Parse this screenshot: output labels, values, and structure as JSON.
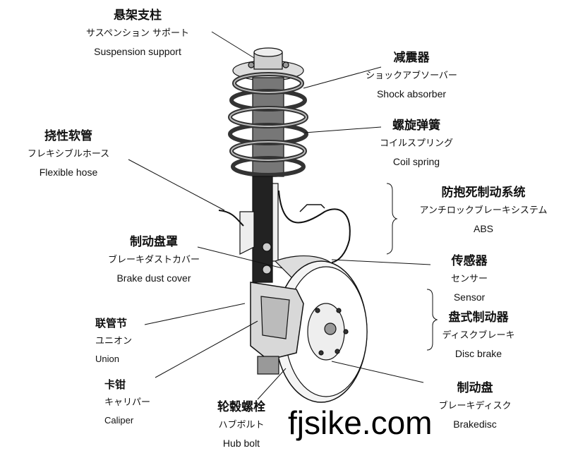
{
  "labels": {
    "suspension_support": {
      "zh": "悬架支柱",
      "ja": "サスペンション サポート",
      "en": "Suspension support"
    },
    "shock_absorber": {
      "zh": "减震器",
      "ja": "ショックアブソーバー",
      "en": "Shock absorber"
    },
    "coil_spring": {
      "zh": "螺旋弹簧",
      "ja": "コイルスプリング",
      "en": "Coil spring"
    },
    "flexible_hose": {
      "zh": "挠性软管",
      "ja": "フレキシブルホース",
      "en": "Flexible hose"
    },
    "abs": {
      "zh": "防抱死制动系统",
      "ja": "アンチロックブレーキシステム",
      "en": "ABS"
    },
    "brake_dust_cover": {
      "zh": "制动盘罩",
      "ja": "ブレーキダストカバー",
      "en": "Brake dust cover"
    },
    "sensor": {
      "zh": "传感器",
      "ja": "センサー",
      "en": "Sensor"
    },
    "disc_brake": {
      "zh": "盘式制动器",
      "ja": "ディスクブレーキ",
      "en": "Disc brake"
    },
    "union": {
      "zh": "联管节",
      "ja": "ユニオン",
      "en": "Union"
    },
    "caliper": {
      "zh": "卡钳",
      "ja": "キャリパー",
      "en": "Caliper"
    },
    "brakedisc": {
      "zh": "制动盘",
      "ja": "ブレーキディスク",
      "en": "Brakedisc"
    },
    "hub_bolt": {
      "zh": "轮毂螺栓",
      "ja": "ハブボルト",
      "en": "Hub bolt"
    }
  },
  "watermark": "fjsike.com"
}
